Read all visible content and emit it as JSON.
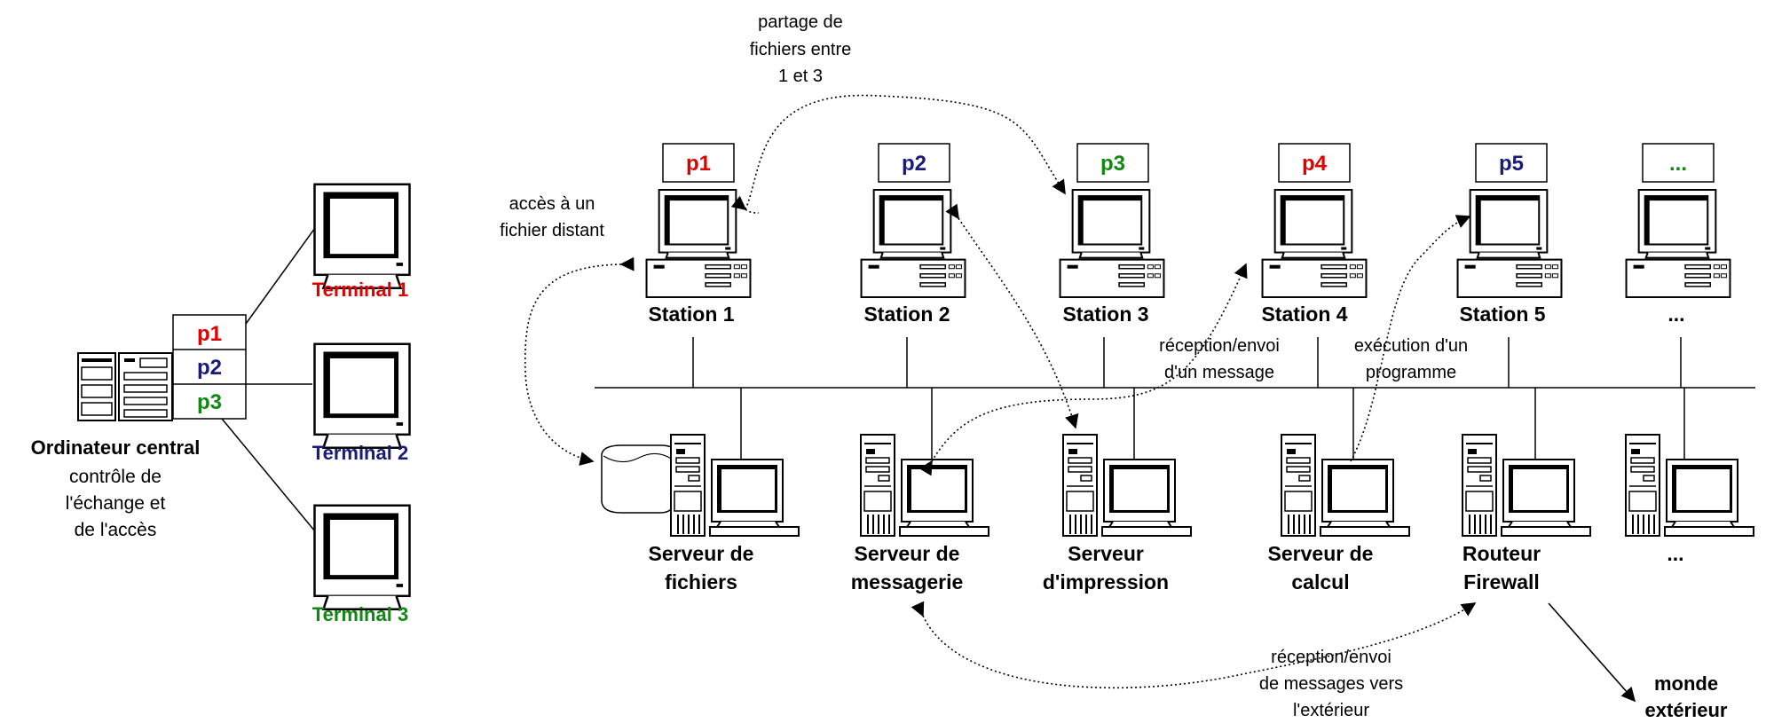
{
  "left": {
    "central_computer": {
      "name": "Ordinateur central",
      "desc": [
        "contrôle de",
        "l'échange et",
        "de l'accès"
      ]
    },
    "processes": [
      "p1",
      "p2",
      "p3"
    ],
    "terminals": [
      "Terminal 1",
      "Terminal 2",
      "Terminal 3"
    ]
  },
  "stations": [
    {
      "process": "p1",
      "label": "Station 1"
    },
    {
      "process": "p2",
      "label": "Station 2"
    },
    {
      "process": "p3",
      "label": "Station 3"
    },
    {
      "process": "p4",
      "label": "Station 4"
    },
    {
      "process": "p5",
      "label": "Station 5"
    },
    {
      "process": "...",
      "label": "..."
    }
  ],
  "servers": [
    {
      "label": [
        "Serveur de",
        "fichiers"
      ]
    },
    {
      "label": [
        "Serveur de",
        "messagerie"
      ]
    },
    {
      "label": [
        "Serveur",
        "d'impression"
      ]
    },
    {
      "label": [
        "Serveur de",
        "calcul"
      ]
    },
    {
      "label": [
        "Routeur",
        "Firewall"
      ]
    },
    {
      "label": [
        "..."
      ]
    }
  ],
  "annotations": {
    "file_sharing": [
      "partage de",
      "fichiers entre",
      "1 et 3"
    ],
    "remote_access": [
      "accès à un",
      "fichier distant"
    ],
    "mail_exchange": [
      "réception/envoi",
      "d'un message"
    ],
    "program_exec": [
      "exécution d'un",
      "programme"
    ],
    "external_mail": [
      "réception/envoi",
      "de messages vers",
      "l'extérieur"
    ],
    "outside_world": [
      "monde",
      "extérieur"
    ]
  },
  "colors": {
    "p_red": "#e00000",
    "p_blue": "#1a1a7a",
    "p_green": "#118811"
  }
}
